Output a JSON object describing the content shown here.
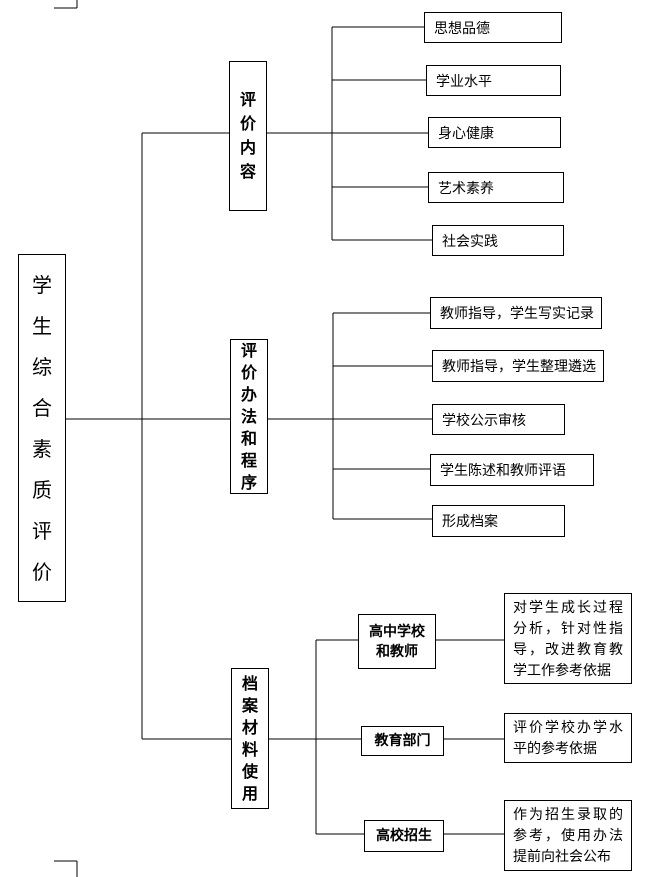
{
  "root": {
    "label": "学生综合素质评价"
  },
  "branches": [
    {
      "label": "评价内容",
      "leaves": [
        "思想品德",
        "学业水平",
        "身心健康",
        "艺术素养",
        "社会实践"
      ]
    },
    {
      "label": "评价办法和程序",
      "leaves": [
        "教师指导，学生写实记录",
        "教师指导，学生整理遴选",
        "学校公示审核",
        "学生陈述和教师评语",
        "形成档案"
      ]
    },
    {
      "label": "档案材料使用",
      "users": [
        {
          "label": "高中学校和教师",
          "note": "对学生成长过程分析，针对性指导，改进教育教学工作参考依据"
        },
        {
          "label": "教育部门",
          "note": "评价学校办学水平的参考依据"
        },
        {
          "label": "高校招生",
          "note": "作为招生录取的参考，使用办法提前向社会公布"
        }
      ]
    }
  ]
}
